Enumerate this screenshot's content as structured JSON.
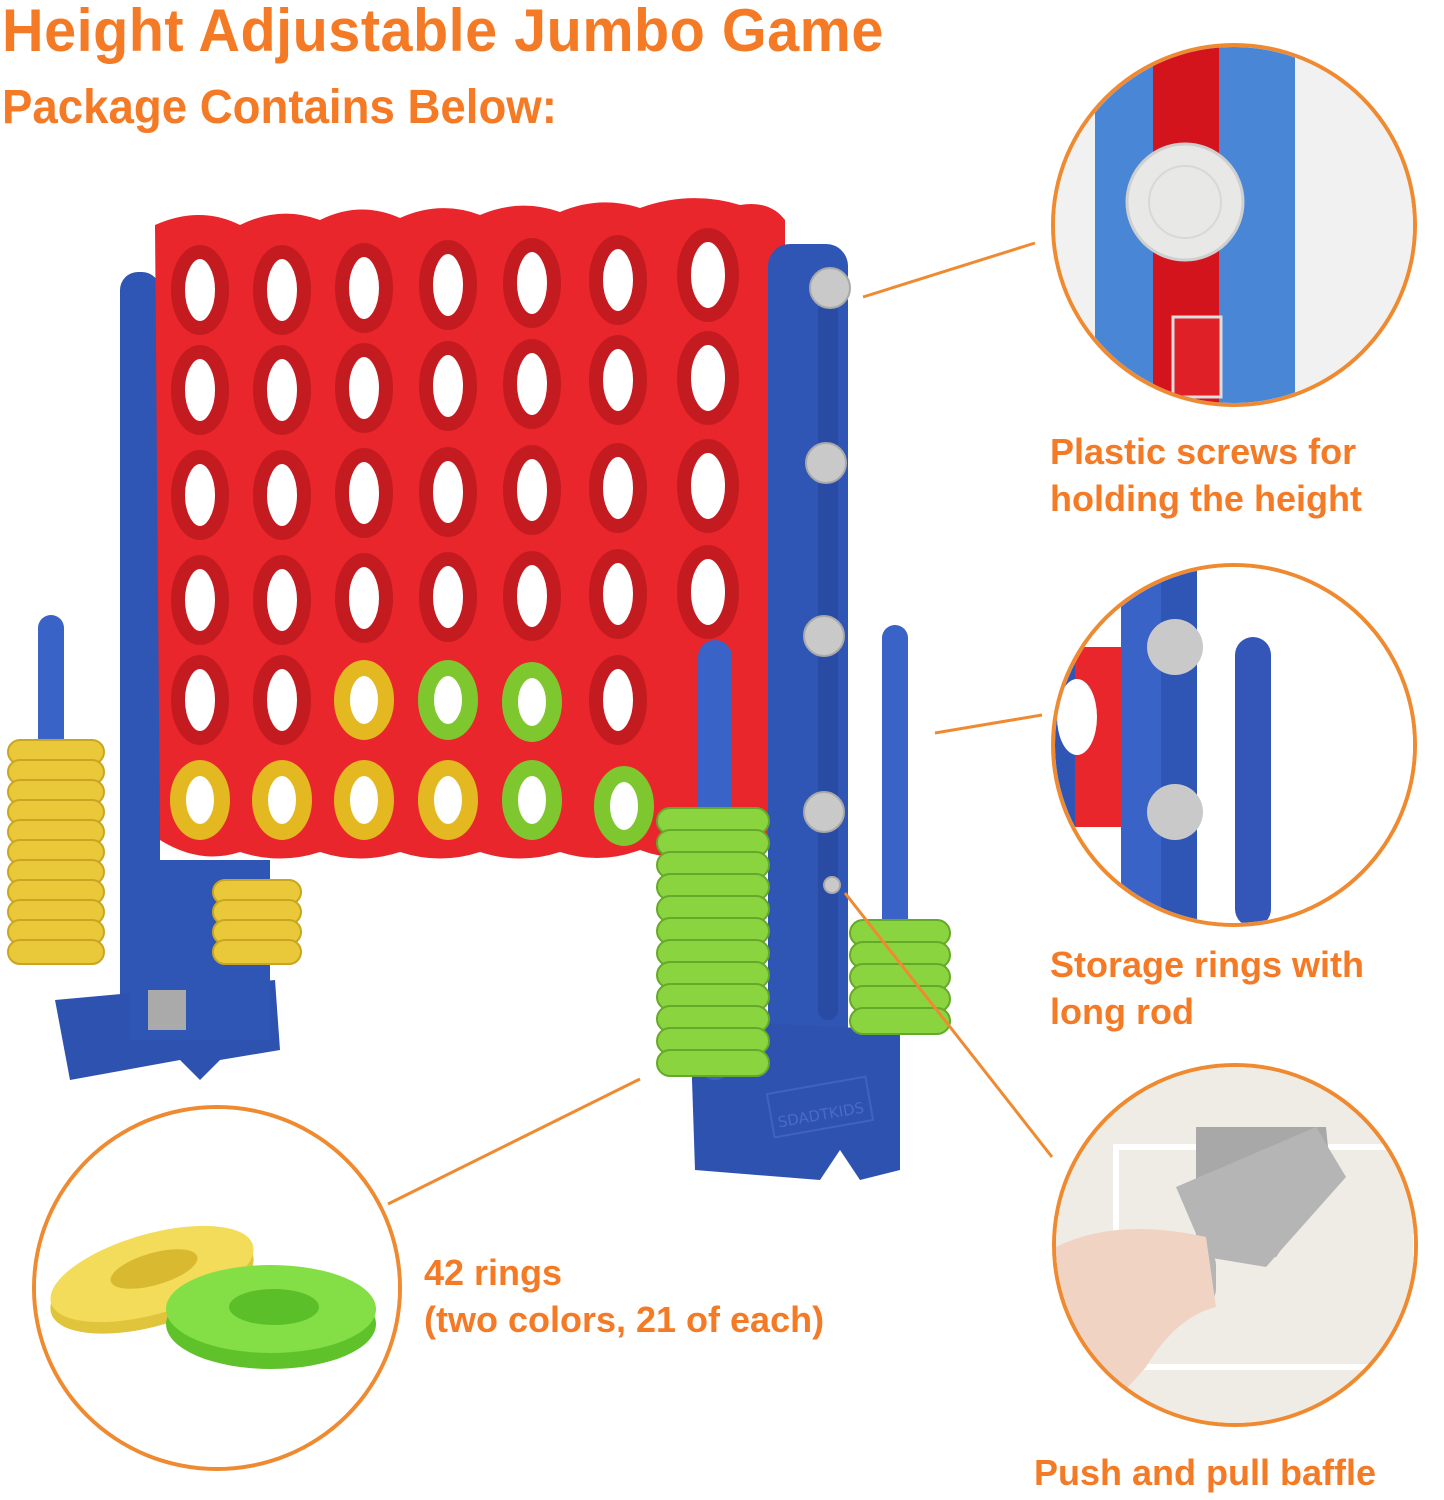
{
  "header": {
    "title": "Height Adjustable Jumbo Game",
    "subtitle": "Package Contains Below:"
  },
  "callouts": [
    {
      "id": "plastic-screws",
      "caption_lines": [
        "Plastic screws for",
        "holding the height"
      ]
    },
    {
      "id": "storage-rings",
      "caption_lines": [
        "Storage rings with",
        "long rod"
      ]
    },
    {
      "id": "push-pull-baffle",
      "caption_lines": [
        "Push and pull baffle"
      ]
    },
    {
      "id": "rings",
      "caption_lines": [
        "42 rings",
        "(two colors, 21 of each)"
      ]
    }
  ],
  "product": {
    "brand_emboss": "SDADTKIDS",
    "board_columns": 7,
    "board_rows": 6
  },
  "colors": {
    "accent_orange": "#f47a25",
    "board_red": "#e8262b",
    "frame_blue": "#2f55b5",
    "ring_yellow": "#e9c93a",
    "ring_green": "#7fd23a",
    "screw_gray": "#c9c9c9"
  }
}
